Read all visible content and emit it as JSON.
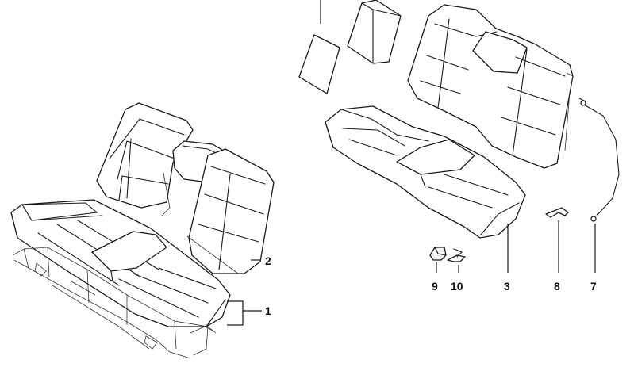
{
  "callouts": {
    "c1": "1",
    "c2": "2",
    "c3": "3",
    "c7": "7",
    "c8": "8",
    "c9": "9",
    "c10": "10"
  },
  "colors": {
    "line": "#1a1a1a",
    "background": "#ffffff"
  }
}
